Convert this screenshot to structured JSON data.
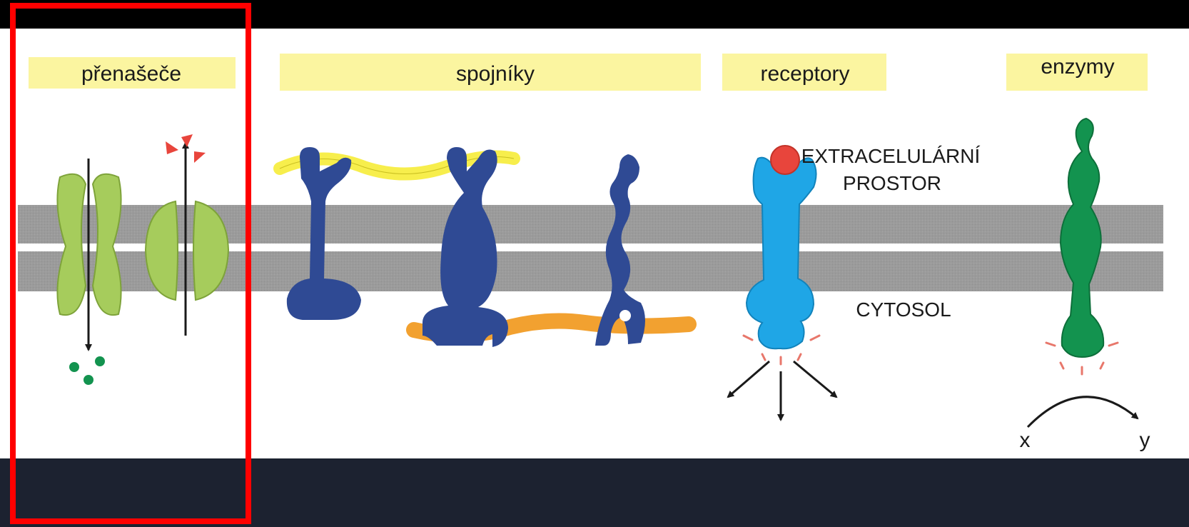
{
  "categories": [
    {
      "id": "prenasece",
      "label": "přenašeče"
    },
    {
      "id": "spojniky",
      "label": "spojníky"
    },
    {
      "id": "receptory",
      "label": "receptory"
    },
    {
      "id": "enzymy",
      "label": "enzymy"
    }
  ],
  "regions": {
    "extracellular_line1": "EXTRACELULÁRNÍ",
    "extracellular_line2": "PROSTOR",
    "cytosol": "CYTOSOL"
  },
  "reaction": {
    "substrate": "x",
    "product": "y"
  },
  "highlight": {
    "color": "#ff0000",
    "target": "prenasece"
  },
  "colors": {
    "transporter": "#a6cc5c",
    "linker_protein": "#2f4a94",
    "receptor": "#1fa6e6",
    "enzyme": "#13934f",
    "yellow_filament": "#f7ee4c",
    "orange_filament": "#f2a130",
    "ligand": "#e8453c",
    "membrane": "#9a9a9a",
    "label_band": "#fbf5a0",
    "footer": "#1c2230"
  }
}
